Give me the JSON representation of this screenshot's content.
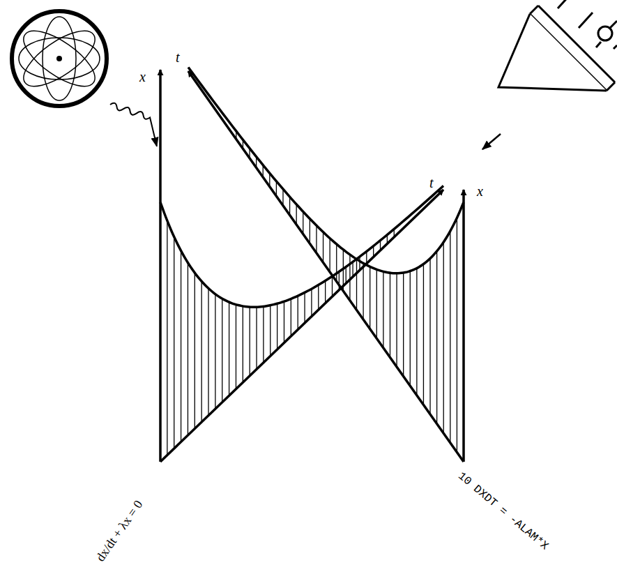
{
  "diagram": {
    "labels": [
      "t",
      "x",
      "t",
      "x",
      "dx/dt + λx = 0",
      "10 DXDT = -ALAM*X"
    ]
  }
}
